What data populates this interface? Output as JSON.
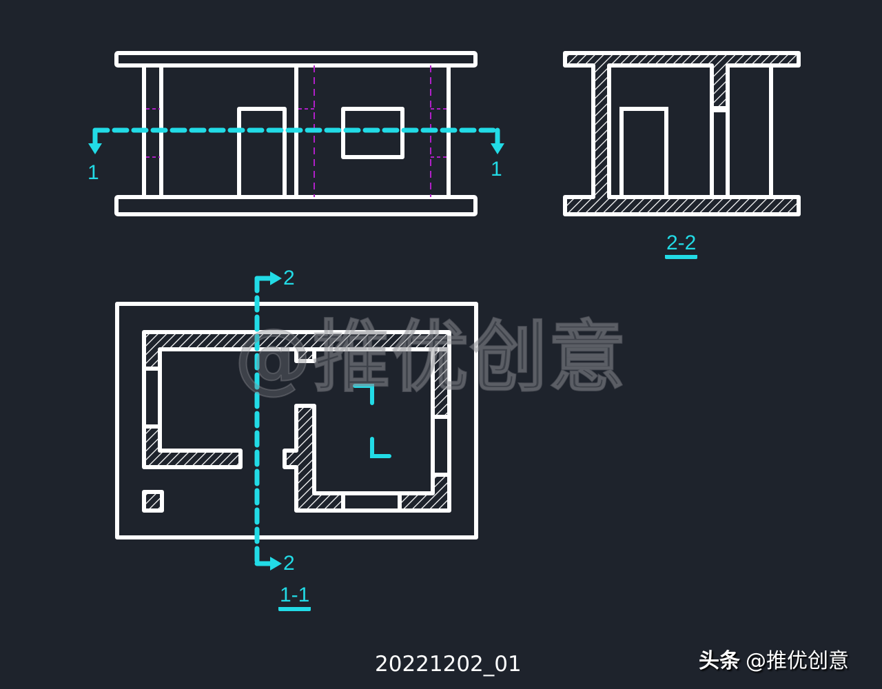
{
  "colors": {
    "background": "#1e232c",
    "linework": "#ffffff",
    "section_marks": "#22dbe6",
    "hidden_lines": "#b020c8",
    "watermark": "#7a7e84"
  },
  "elevation": {
    "section_marker_left": "1",
    "section_marker_right": "1"
  },
  "section_2_2": {
    "title": "2-2"
  },
  "plan_1_1": {
    "title": "1-1",
    "section_marker_top": "2",
    "section_marker_bottom": "2"
  },
  "watermark": {
    "text": "@推优创意"
  },
  "caption": {
    "text": "20221202_01"
  },
  "brand": {
    "platform": "头条",
    "handle": "@推优创意"
  }
}
